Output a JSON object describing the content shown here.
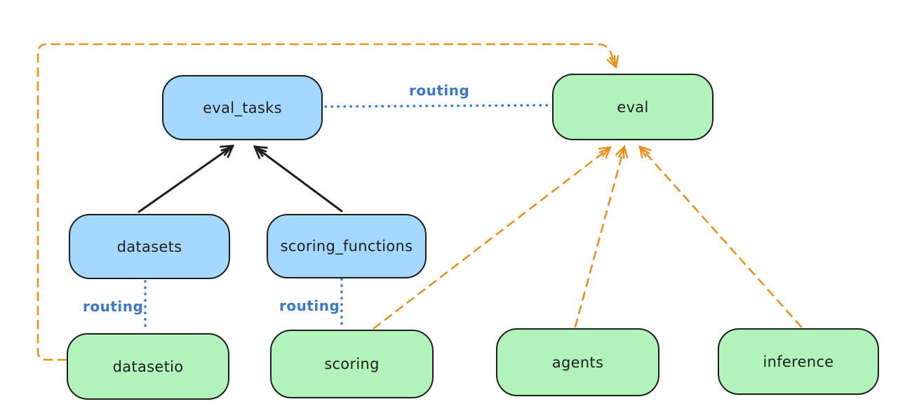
{
  "colors": {
    "background": "#ffffff",
    "node_blue_fill": "#a5d8ff",
    "node_green_fill": "#b2f2bb",
    "node_border": "#1e1e1e",
    "edge_black": "#1e1e1e",
    "edge_blue": "#3b78c8",
    "edge_orange": "#e8921e"
  },
  "labels": {
    "routing": "routing"
  },
  "nodes": [
    {
      "id": "eval_tasks",
      "label": "eval_tasks",
      "fill": "blue"
    },
    {
      "id": "eval",
      "label": "eval",
      "fill": "green"
    },
    {
      "id": "datasets",
      "label": "datasets",
      "fill": "blue"
    },
    {
      "id": "scoring_functions",
      "label": "scoring_functions",
      "fill": "blue"
    },
    {
      "id": "datasetio",
      "label": "datasetio",
      "fill": "green"
    },
    {
      "id": "scoring",
      "label": "scoring",
      "fill": "green"
    },
    {
      "id": "agents",
      "label": "agents",
      "fill": "green"
    },
    {
      "id": "inference",
      "label": "inference",
      "fill": "green"
    }
  ],
  "edges": [
    {
      "from": "eval_tasks",
      "to": "eval",
      "style": "dotted-blue",
      "label": "routing"
    },
    {
      "from": "datasets",
      "to": "eval_tasks",
      "style": "solid-black-arrow",
      "label": ""
    },
    {
      "from": "scoring_functions",
      "to": "eval_tasks",
      "style": "solid-black-arrow",
      "label": ""
    },
    {
      "from": "datasets",
      "to": "datasetio",
      "style": "dotted-blue",
      "label": "routing"
    },
    {
      "from": "scoring_functions",
      "to": "scoring",
      "style": "dotted-blue",
      "label": "routing"
    },
    {
      "from": "datasetio",
      "to": "eval",
      "style": "dashed-orange-arrow",
      "label": ""
    },
    {
      "from": "scoring",
      "to": "eval",
      "style": "dashed-orange-arrow",
      "label": ""
    },
    {
      "from": "agents",
      "to": "eval",
      "style": "dashed-orange-arrow",
      "label": ""
    },
    {
      "from": "inference",
      "to": "eval",
      "style": "dashed-orange-arrow",
      "label": ""
    }
  ]
}
